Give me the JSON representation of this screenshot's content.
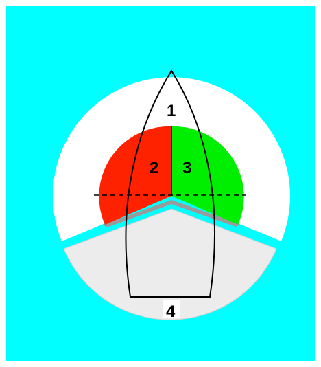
{
  "diagram": {
    "background_color": "#00ffff",
    "ring_color": "#ffffff",
    "stern_sector_color": "#ececec",
    "port_color": "#ff2200",
    "starboard_color": "#00ee00",
    "hull_outline_color": "#000000",
    "labels": {
      "bow": "1",
      "port": "2",
      "starboard": "3",
      "stern": "4"
    }
  }
}
